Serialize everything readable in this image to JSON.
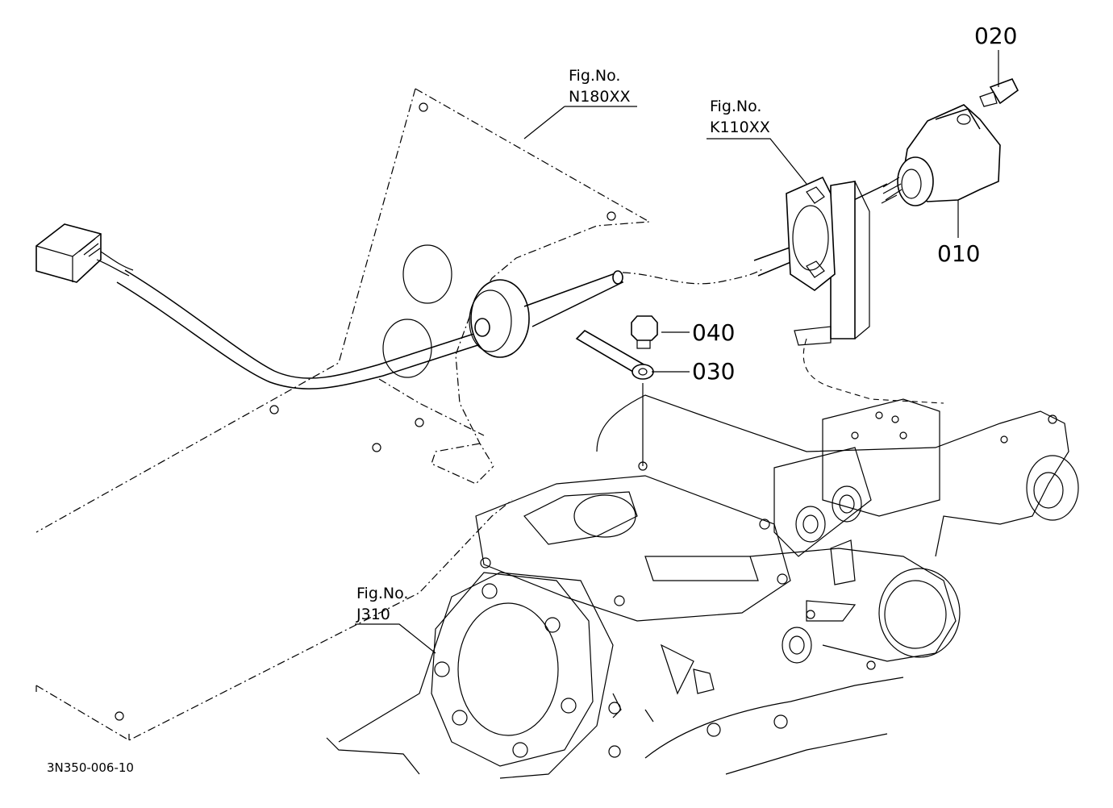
{
  "part_labels": {
    "p010": "010",
    "p020": "020",
    "p030": "030",
    "p040": "040"
  },
  "fig_refs": {
    "n180": {
      "title": "Fig.No.",
      "code": "N180XX"
    },
    "k110": {
      "title": "Fig.No.",
      "code": "K110XX"
    },
    "j310": {
      "title": "Fig.No.",
      "code": "J310"
    }
  },
  "drawing_code": "3N350-006-10"
}
